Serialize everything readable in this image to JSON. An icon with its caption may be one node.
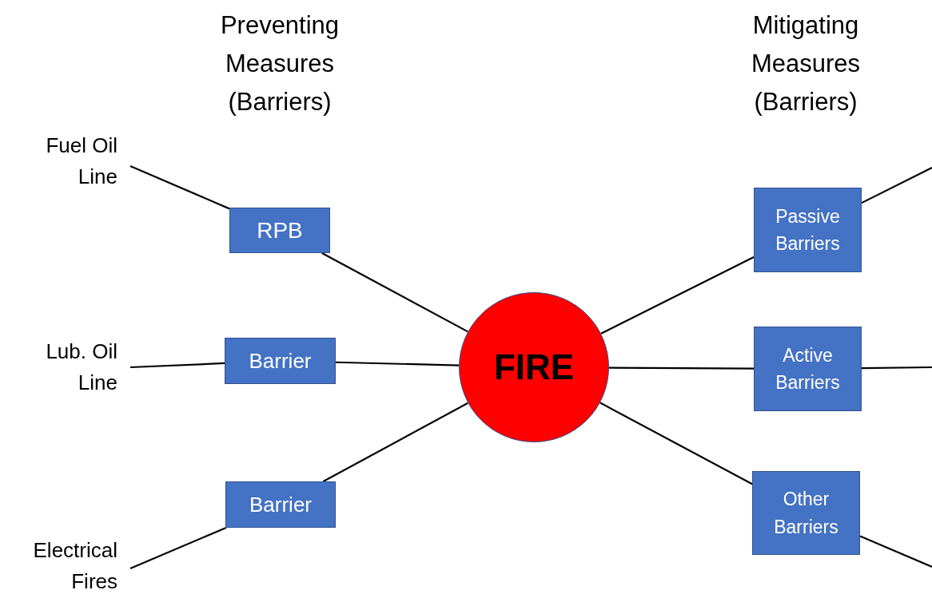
{
  "diagram": {
    "nodes": [
      {
        "text": [
          "Fuel Oil Line"
        ]
      },
      {
        "text": [
          "RPB"
        ]
      },
      {
        "text": [
          "Lub. Oil Line"
        ]
      },
      {
        "text": [
          "Barrier"
        ]
      },
      {
        "text": [
          "Electrical Fires"
        ]
      },
      {
        "text": [
          "Barrier"
        ]
      },
      {
        "text": [
          "FIRE"
        ]
      },
      {
        "text": [
          "Passive Barriers"
        ]
      },
      {
        "text": [
          "Active Barriers"
        ]
      },
      {
        "text": [
          "Other Barriers"
        ]
      }
    ],
    "edges": [
      {
        "from": 0,
        "to": 1,
        "arrow": "none"
      },
      {
        "from": 1,
        "to": 6,
        "arrow": "none"
      },
      {
        "from": 2,
        "to": 3,
        "arrow": "none"
      },
      {
        "from": 3,
        "to": 6,
        "arrow": "none"
      },
      {
        "from": 4,
        "to": 5,
        "arrow": "none"
      },
      {
        "from": 5,
        "to": 6,
        "arrow": "none"
      },
      {
        "from": 6,
        "to": 7,
        "arrow": "none"
      },
      {
        "from": 6,
        "to": 8,
        "arrow": "none"
      },
      {
        "from": 6,
        "to": 9,
        "arrow": "none"
      },
      {
        "from": 7,
        "to": null,
        "arrow": "none"
      },
      {
        "from": 8,
        "to": null,
        "arrow": "none"
      },
      {
        "from": 9,
        "to": null,
        "arrow": "none"
      }
    ],
    "labels": [
      "Preventing Measures (Barriers)",
      "Mitigating Measures (Barriers)"
    ]
  }
}
